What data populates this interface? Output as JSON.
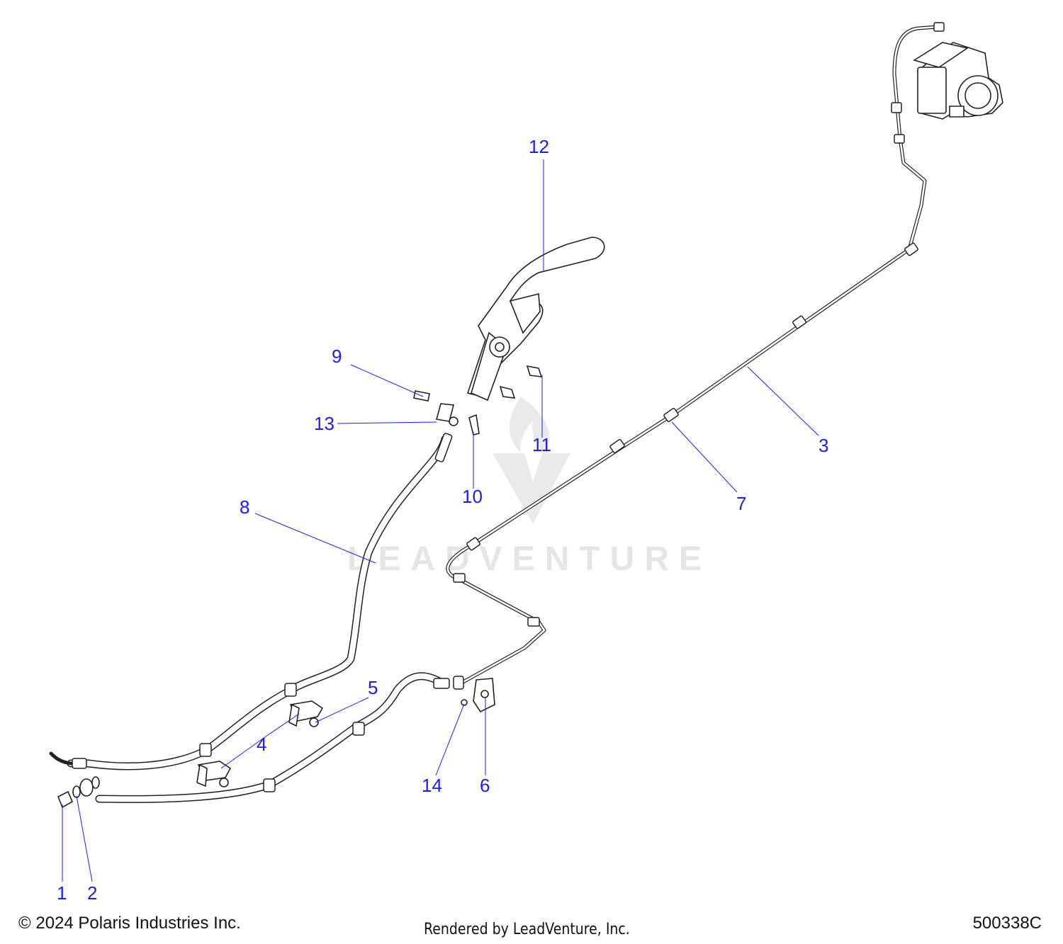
{
  "callouts": [
    {
      "id": "1",
      "label": "1"
    },
    {
      "id": "2",
      "label": "2"
    },
    {
      "id": "3",
      "label": "3"
    },
    {
      "id": "4",
      "label": "4"
    },
    {
      "id": "5",
      "label": "5"
    },
    {
      "id": "6",
      "label": "6"
    },
    {
      "id": "7",
      "label": "7"
    },
    {
      "id": "8",
      "label": "8"
    },
    {
      "id": "9",
      "label": "9"
    },
    {
      "id": "10",
      "label": "10"
    },
    {
      "id": "11",
      "label": "11"
    },
    {
      "id": "12",
      "label": "12"
    },
    {
      "id": "13",
      "label": "13"
    },
    {
      "id": "14",
      "label": "14"
    }
  ],
  "watermark": {
    "text": "LEADVENTURE"
  },
  "footer": {
    "copyright": "© 2024 Polaris Industries Inc.",
    "rendered_by": "Rendered by LeadVenture, Inc.",
    "diagram_code": "500338C"
  },
  "colors": {
    "callout": "#1a1aff",
    "line": "#222222"
  }
}
